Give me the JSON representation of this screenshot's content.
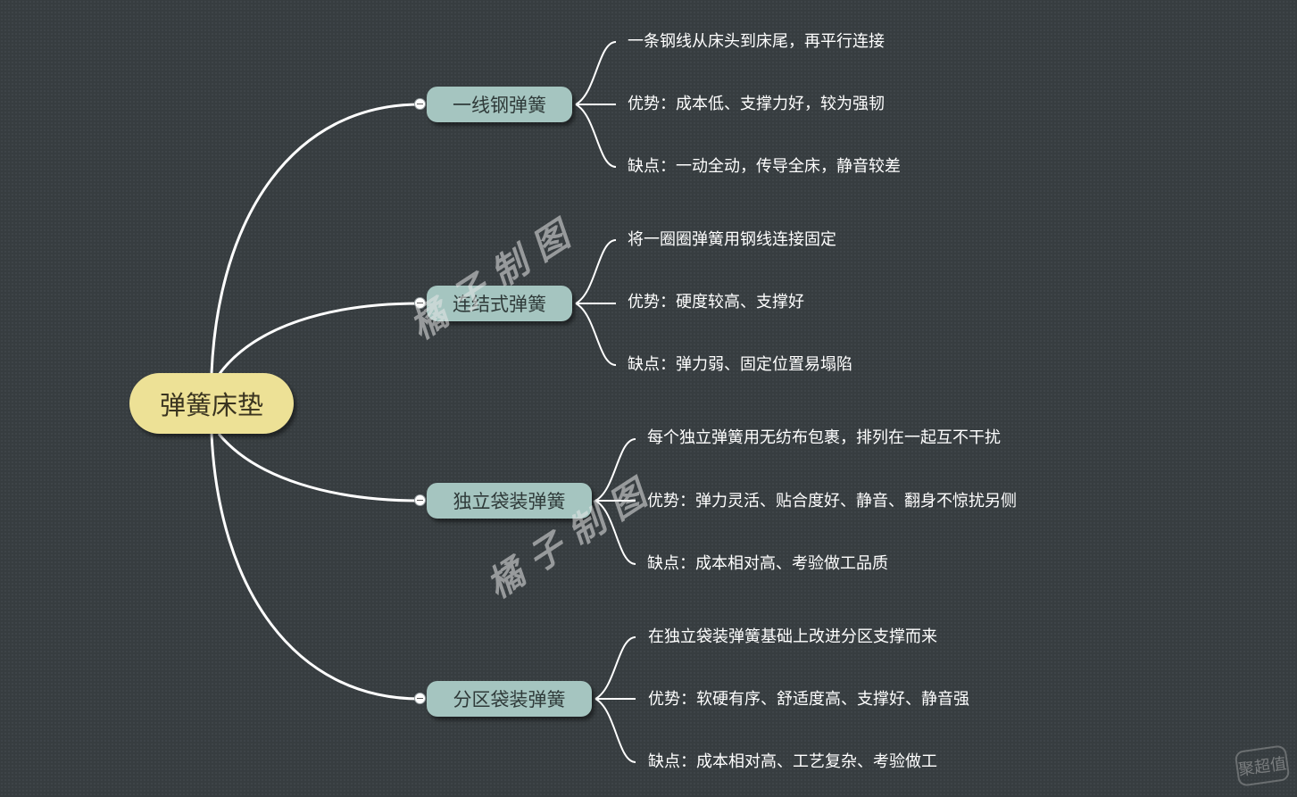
{
  "root": {
    "label": "弹簧床垫"
  },
  "branches": [
    {
      "label": "一线钢弹簧",
      "items": [
        "一条钢线从床头到床尾，再平行连接",
        "优势：成本低、支撑力好，较为强韧",
        "缺点：一动全动，传导全床，静音较差"
      ]
    },
    {
      "label": "连结式弹簧",
      "items": [
        "将一圈圈弹簧用钢线连接固定",
        "优势：硬度较高、支撑好",
        "缺点：弹力弱、固定位置易塌陷"
      ]
    },
    {
      "label": "独立袋装弹簧",
      "items": [
        "每个独立弹簧用无纺布包裹，排列在一起互不干扰",
        "优势：弹力灵活、贴合度好、静音、翻身不惊扰另侧",
        "缺点：成本相对高、考验做工品质"
      ]
    },
    {
      "label": "分区袋装弹簧",
      "items": [
        "在独立袋装弹簧基础上改进分区支撑而来",
        "优势：软硬有序、舒适度高、支撑好、静音强",
        "缺点：成本相对高、工艺复杂、考验做工"
      ]
    }
  ],
  "watermark": {
    "text": "橘子制图"
  },
  "corner_logo": {
    "text": "聚超值"
  },
  "colors": {
    "background": "#373d40",
    "root_fill": "#ede196",
    "branch_fill": "#a5c5c0",
    "connector": "#ffffff"
  }
}
